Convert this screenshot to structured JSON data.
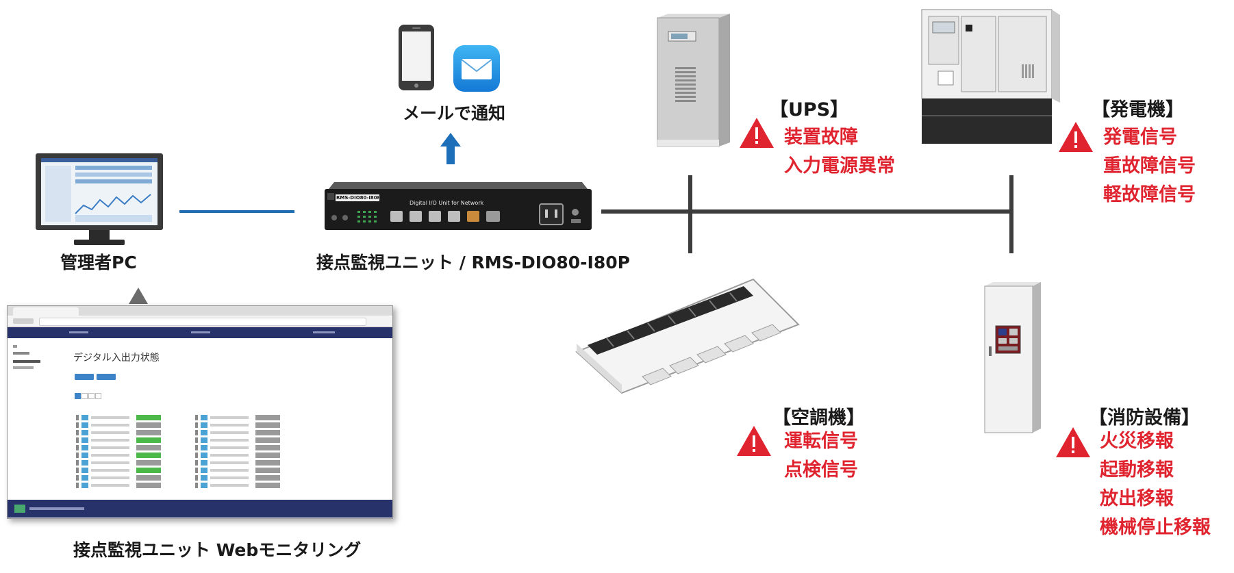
{
  "labels": {
    "admin_pc": "管理者PC",
    "mail_notify": "メールで通知",
    "unit": "接点監視ユニット / RMS-DIO80-I80P",
    "web_monitoring": "接点監視ユニット Webモニタリング"
  },
  "device": {
    "model_badge": "RMS-DIO80-I80P",
    "subtitle": "Digital I/O Unit for Network"
  },
  "equipment": {
    "ups": {
      "title": "【UPS】",
      "alarms": [
        "装置故障",
        "入力電源異常"
      ]
    },
    "generator": {
      "title": "【発電機】",
      "alarms": [
        "発電信号",
        "重故障信号",
        "軽故障信号"
      ]
    },
    "aircon": {
      "title": "【空調機】",
      "alarms": [
        "運転信号",
        "点検信号"
      ]
    },
    "fire": {
      "title": "【消防設備】",
      "alarms": [
        "火災移報",
        "起動移報",
        "放出移報",
        "機械停止移報"
      ]
    }
  },
  "browser": {
    "page_title": "デジタル入出力状態"
  },
  "colors": {
    "alarm_red": "#e0242f",
    "line_blue": "#1f6db2",
    "bus_gray": "#3d3d3d",
    "nav_navy": "#27316a",
    "arrow_blue": "#1e6fba"
  },
  "icons": [
    "monitor-icon",
    "smartphone-icon",
    "mail-icon",
    "up-arrow-icon",
    "warning-icon"
  ]
}
